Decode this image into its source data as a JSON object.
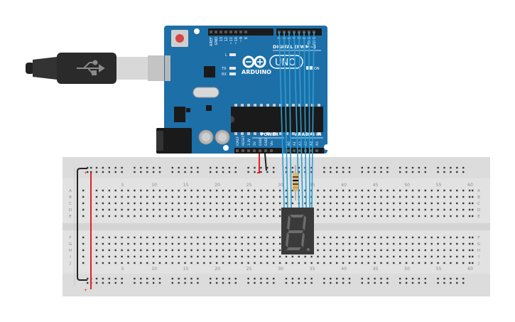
{
  "board": {
    "brand": "ARDUINO",
    "model": "UNO",
    "digital_label": "DIGITAL (PWM~)",
    "power_label": "POWER",
    "analog_label": "ANALOG IN",
    "on_label": "ON",
    "tx_label": "TX",
    "rx_label": "RX",
    "l_label": "L",
    "top_pins": [
      "AREF",
      "GND",
      "13",
      "12",
      "~11",
      "~10",
      "~9",
      "8",
      "7",
      "~6",
      "~5",
      "4",
      "~3",
      "2",
      "TX 1",
      "RX 0"
    ],
    "bottom_pins": [
      "IOREF",
      "RESET",
      "3.3V",
      "5V",
      "GND",
      "GND",
      "Vin",
      "A0",
      "A1",
      "A2",
      "A3",
      "A4",
      "A5"
    ]
  },
  "breadboard": {
    "column_numbers": [
      "5",
      "10",
      "15",
      "20",
      "25",
      "30",
      "35",
      "40",
      "45",
      "50",
      "55",
      "60"
    ],
    "rows_top": [
      "A",
      "B",
      "C",
      "D",
      "E"
    ],
    "rows_bottom": [
      "F",
      "G",
      "H",
      "I",
      "J"
    ],
    "rail_labels": {
      "plus": "+",
      "minus": "-"
    }
  },
  "display": {
    "digit": "8."
  },
  "colors": {
    "board_blue": "#1d6fa8",
    "breadboard": "#e2e2e2",
    "wire_blue": "#2b9fd4",
    "wire_red": "#e02020",
    "wire_black": "#222222"
  }
}
